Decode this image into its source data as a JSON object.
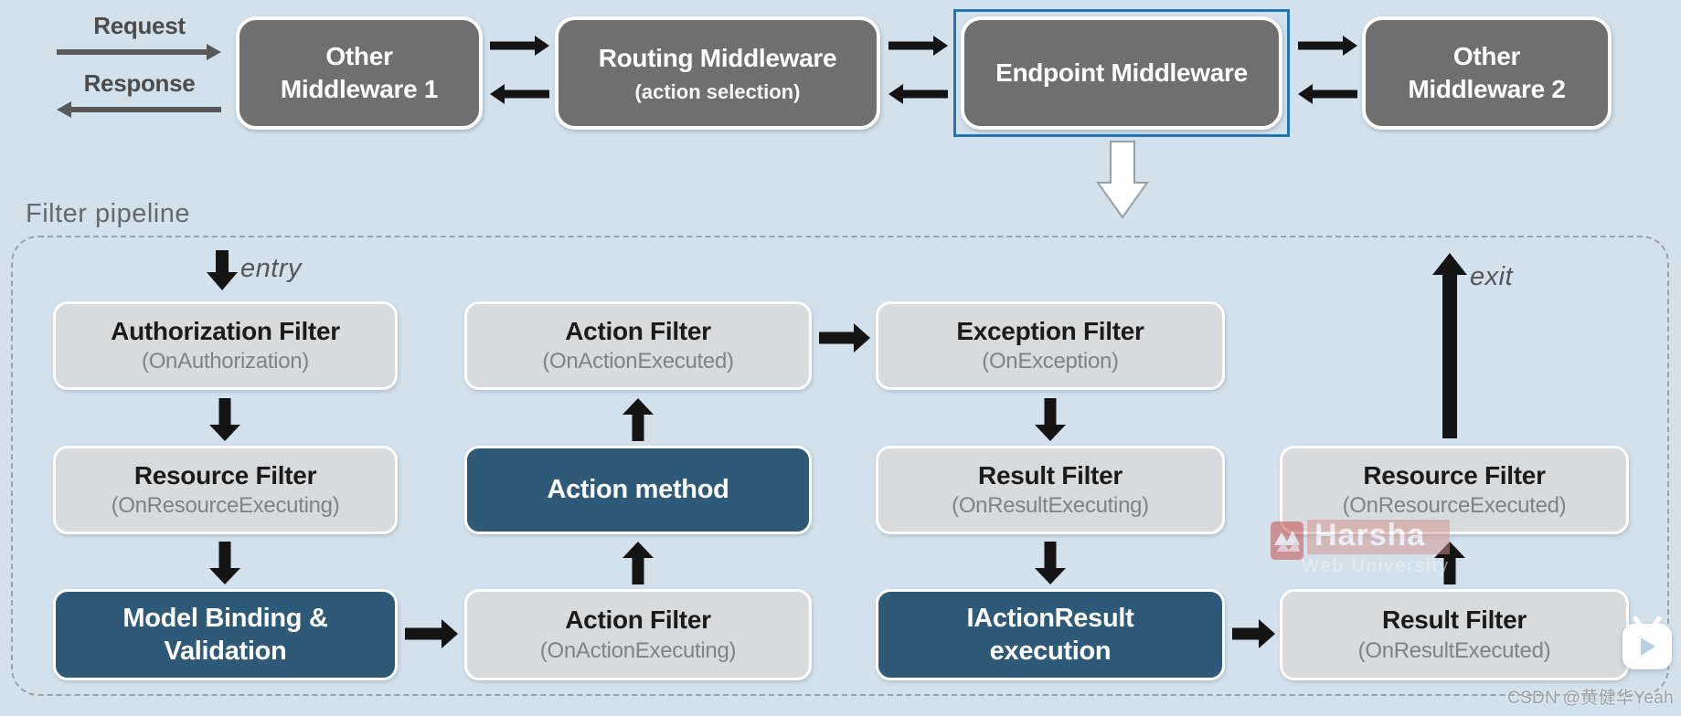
{
  "colors": {
    "background": "#d3e1ec",
    "middleware_box_gray": "#6f6f70",
    "filter_box_light_gray": "#d9dadb",
    "filter_box_teal": "#2e5a78",
    "endpoint_highlight_blue": "#2273b8",
    "arrow_black": "#141414",
    "arrow_gray": "#595959",
    "subtitle_gray": "#7f8388"
  },
  "top_row": {
    "request_label": "Request",
    "response_label": "Response",
    "other_middleware_1": {
      "title": "Other\nMiddleware 1"
    },
    "routing": {
      "title": "Routing Middleware",
      "subtitle": "(action selection)"
    },
    "endpoint": {
      "title": "Endpoint Middleware"
    },
    "other_middleware_2": {
      "title": "Other\nMiddleware 2"
    }
  },
  "filter_pipeline": {
    "label": "Filter pipeline",
    "entry_label": "entry",
    "exit_label": "exit",
    "authorization": {
      "title": "Authorization Filter",
      "subtitle": "(OnAuthorization)"
    },
    "resource_executing": {
      "title": "Resource Filter",
      "subtitle": "(OnResourceExecuting)"
    },
    "model_binding": {
      "title": "Model Binding &\nValidation"
    },
    "action_executing": {
      "title": "Action Filter",
      "subtitle": "(OnActionExecuting)"
    },
    "action_method": {
      "title": "Action method"
    },
    "action_executed": {
      "title": "Action Filter",
      "subtitle": "(OnActionExecuted)"
    },
    "exception": {
      "title": "Exception Filter",
      "subtitle": "(OnException)"
    },
    "result_executing": {
      "title": "Result Filter",
      "subtitle": "(OnResultExecuting)"
    },
    "iactionresult": {
      "title": "IActionResult\nexecution"
    },
    "result_executed": {
      "title": "Result Filter",
      "subtitle": "(OnResultExecuted)"
    },
    "resource_executed": {
      "title": "Resource Filter",
      "subtitle": "(OnResourceExecuted)"
    }
  },
  "watermarks": {
    "harsha_title": "Harsha",
    "harsha_subtitle": "Web University",
    "csdn_text": "CSDN @黄健华Yeah"
  }
}
